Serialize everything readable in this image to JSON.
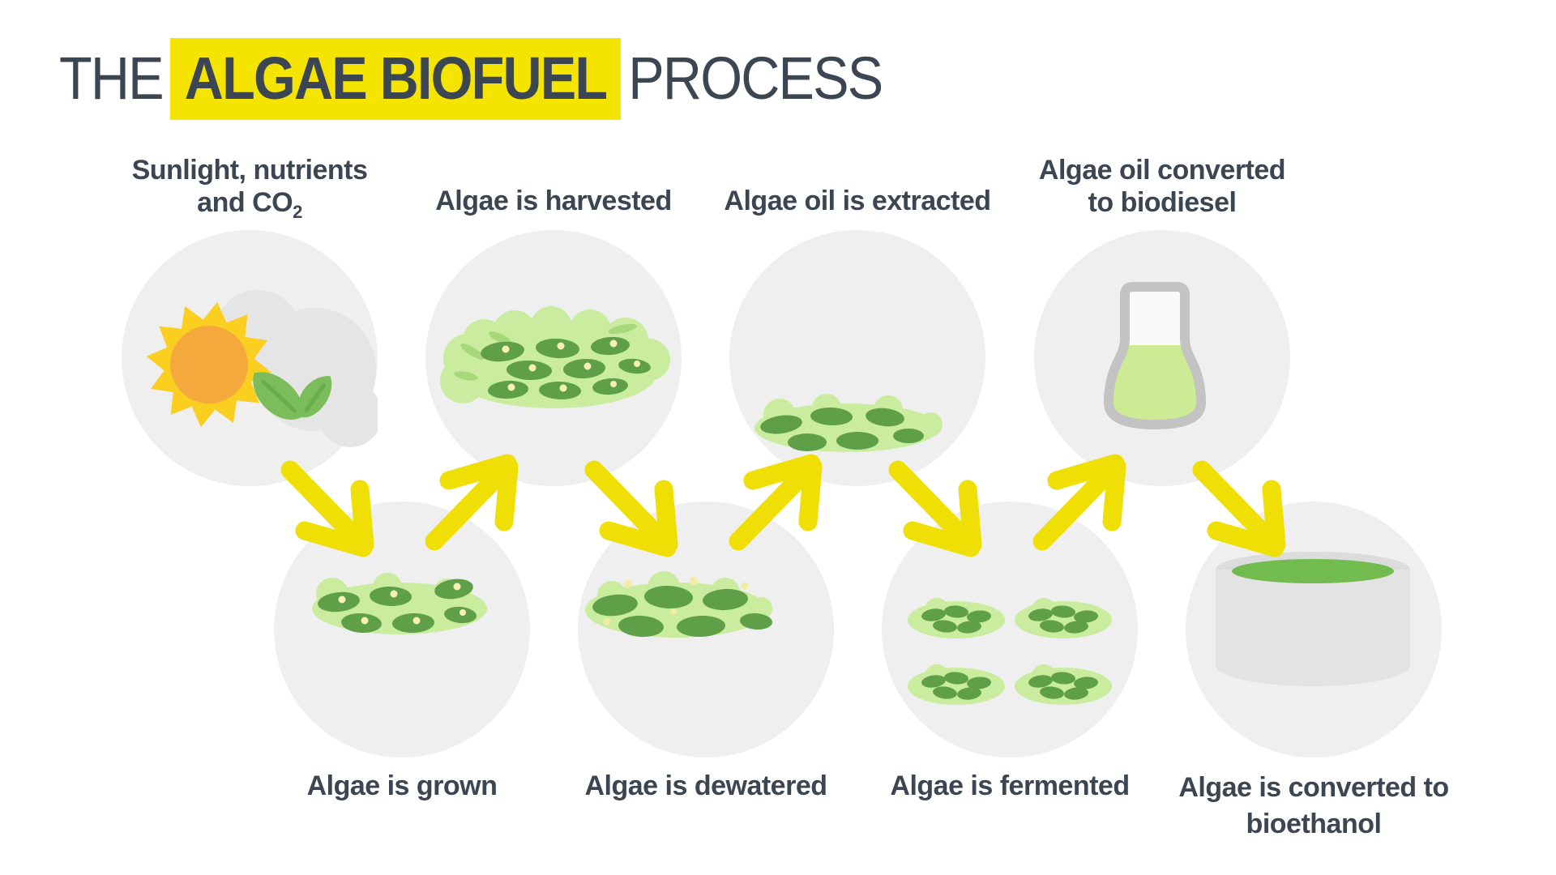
{
  "title": {
    "prefix": "THE",
    "highlight": "ALGAE BIOFUEL",
    "suffix": "PROCESS"
  },
  "colors": {
    "text_dark": "#3C4652",
    "highlight_yellow": "#F4E400",
    "arrow_yellow": "#EFDF05",
    "circle_gray": "#EFEFEF",
    "cloud_gray": "#E5E5E5",
    "sun_ray_yellow": "#FBCF20",
    "sun_core_orange": "#F5A83C",
    "leaf_green": "#7CBD5B",
    "leaf_vein_green": "#69AC4C",
    "algae_light_green": "#C9EC9E",
    "algae_dark_green": "#5E9F48",
    "algae_dot_cream": "#F7EFB4",
    "flask_gray": "#C3C3C3",
    "flask_liquid_green": "#CDEB94",
    "vat_gray": "#E3E3E3",
    "vat_rim_gray": "#DCDCDC",
    "vat_liquid_green": "#72BB4E"
  },
  "steps": {
    "top": [
      {
        "line1": "Sunlight, nutrients",
        "line2": "and CO",
        "line2_sub": "2",
        "icon": "sun-cloud-leaves-icon"
      },
      {
        "line1": "Algae is harvested",
        "icon": "algae-pile-icon"
      },
      {
        "line1": "Algae oil is extracted",
        "icon": "algae-blob-icon"
      },
      {
        "line1": "Algae oil converted",
        "line2": "to biodiesel",
        "icon": "flask-icon"
      }
    ],
    "bottom": [
      {
        "line1": "Algae is grown",
        "icon": "algae-blob-dotted-icon"
      },
      {
        "line1": "Algae is dewatered",
        "icon": "algae-blob-large-icon"
      },
      {
        "line1": "Algae is fermented",
        "icon": "algae-clusters-icon"
      },
      {
        "line1": "Algae is converted to",
        "line2": "bioethanol",
        "icon": "vat-icon"
      }
    ]
  }
}
